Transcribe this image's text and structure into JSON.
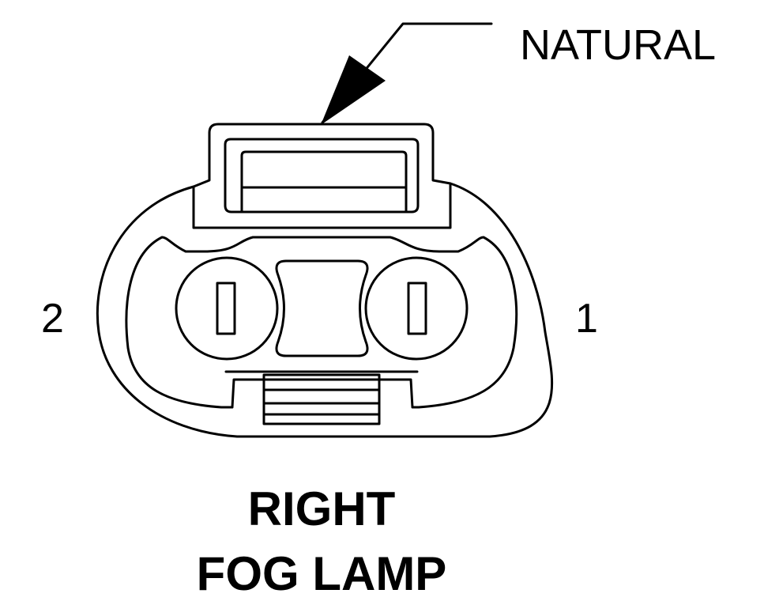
{
  "callout": {
    "color_label": "NATURAL"
  },
  "pins": {
    "left_number": "2",
    "right_number": "1"
  },
  "caption": {
    "line1": "RIGHT",
    "line2": "FOG LAMP"
  }
}
